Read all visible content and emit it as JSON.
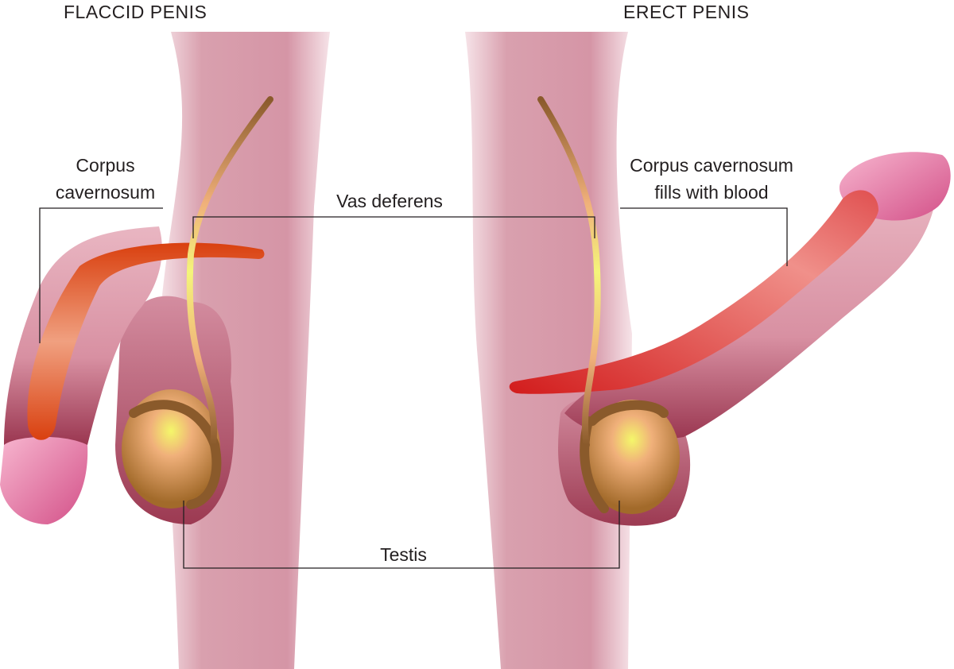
{
  "titles": {
    "left": "FLACCID PENIS",
    "right": "ERECT PENIS"
  },
  "labels": {
    "corpus_left_line1": "Corpus",
    "corpus_left_line2": "cavernosum",
    "vas_deferens": "Vas deferens",
    "corpus_right_line1": "Corpus cavernosum",
    "corpus_right_line2": "fills with blood",
    "testis": "Testis"
  },
  "colors": {
    "skin": "#d8a0ae",
    "skin_dark": "#a8485e",
    "corpus_flaccid": "#d9400f",
    "corpus_erect": "#d21c1c",
    "testis": "#a86a2c",
    "testis_core": "#f2f56a",
    "vas": "#8a5a2b",
    "line": "#231f20"
  }
}
